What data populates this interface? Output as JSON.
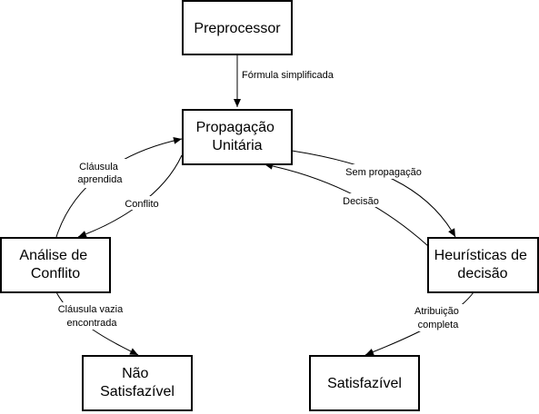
{
  "diagram": {
    "nodes": {
      "preprocessor": {
        "lines": [
          "Preprocessor"
        ]
      },
      "propagacao": {
        "lines": [
          "Propagação",
          "Unitária"
        ]
      },
      "analise": {
        "lines": [
          "Análise de",
          "Conflito"
        ]
      },
      "heuristicas": {
        "lines": [
          "Heurísticas de",
          "decisão"
        ]
      },
      "nao_satisfazivel": {
        "lines": [
          "Não",
          "Satisfazível"
        ]
      },
      "satisfazivel": {
        "lines": [
          "Satisfazível"
        ]
      }
    },
    "edges": {
      "formula": {
        "lines": [
          "Fórmula simplificada"
        ]
      },
      "clausula_aprendida": {
        "lines": [
          "Cláusula",
          "aprendida"
        ]
      },
      "conflito": {
        "lines": [
          "Conflito"
        ]
      },
      "sem_propagacao": {
        "lines": [
          "Sem propagação"
        ]
      },
      "decisao": {
        "lines": [
          "Decisão"
        ]
      },
      "clausula_vazia": {
        "lines": [
          "Cláusula vazia",
          "encontrada"
        ]
      },
      "atribuicao": {
        "lines": [
          "Atribuição",
          "completa"
        ]
      }
    }
  }
}
